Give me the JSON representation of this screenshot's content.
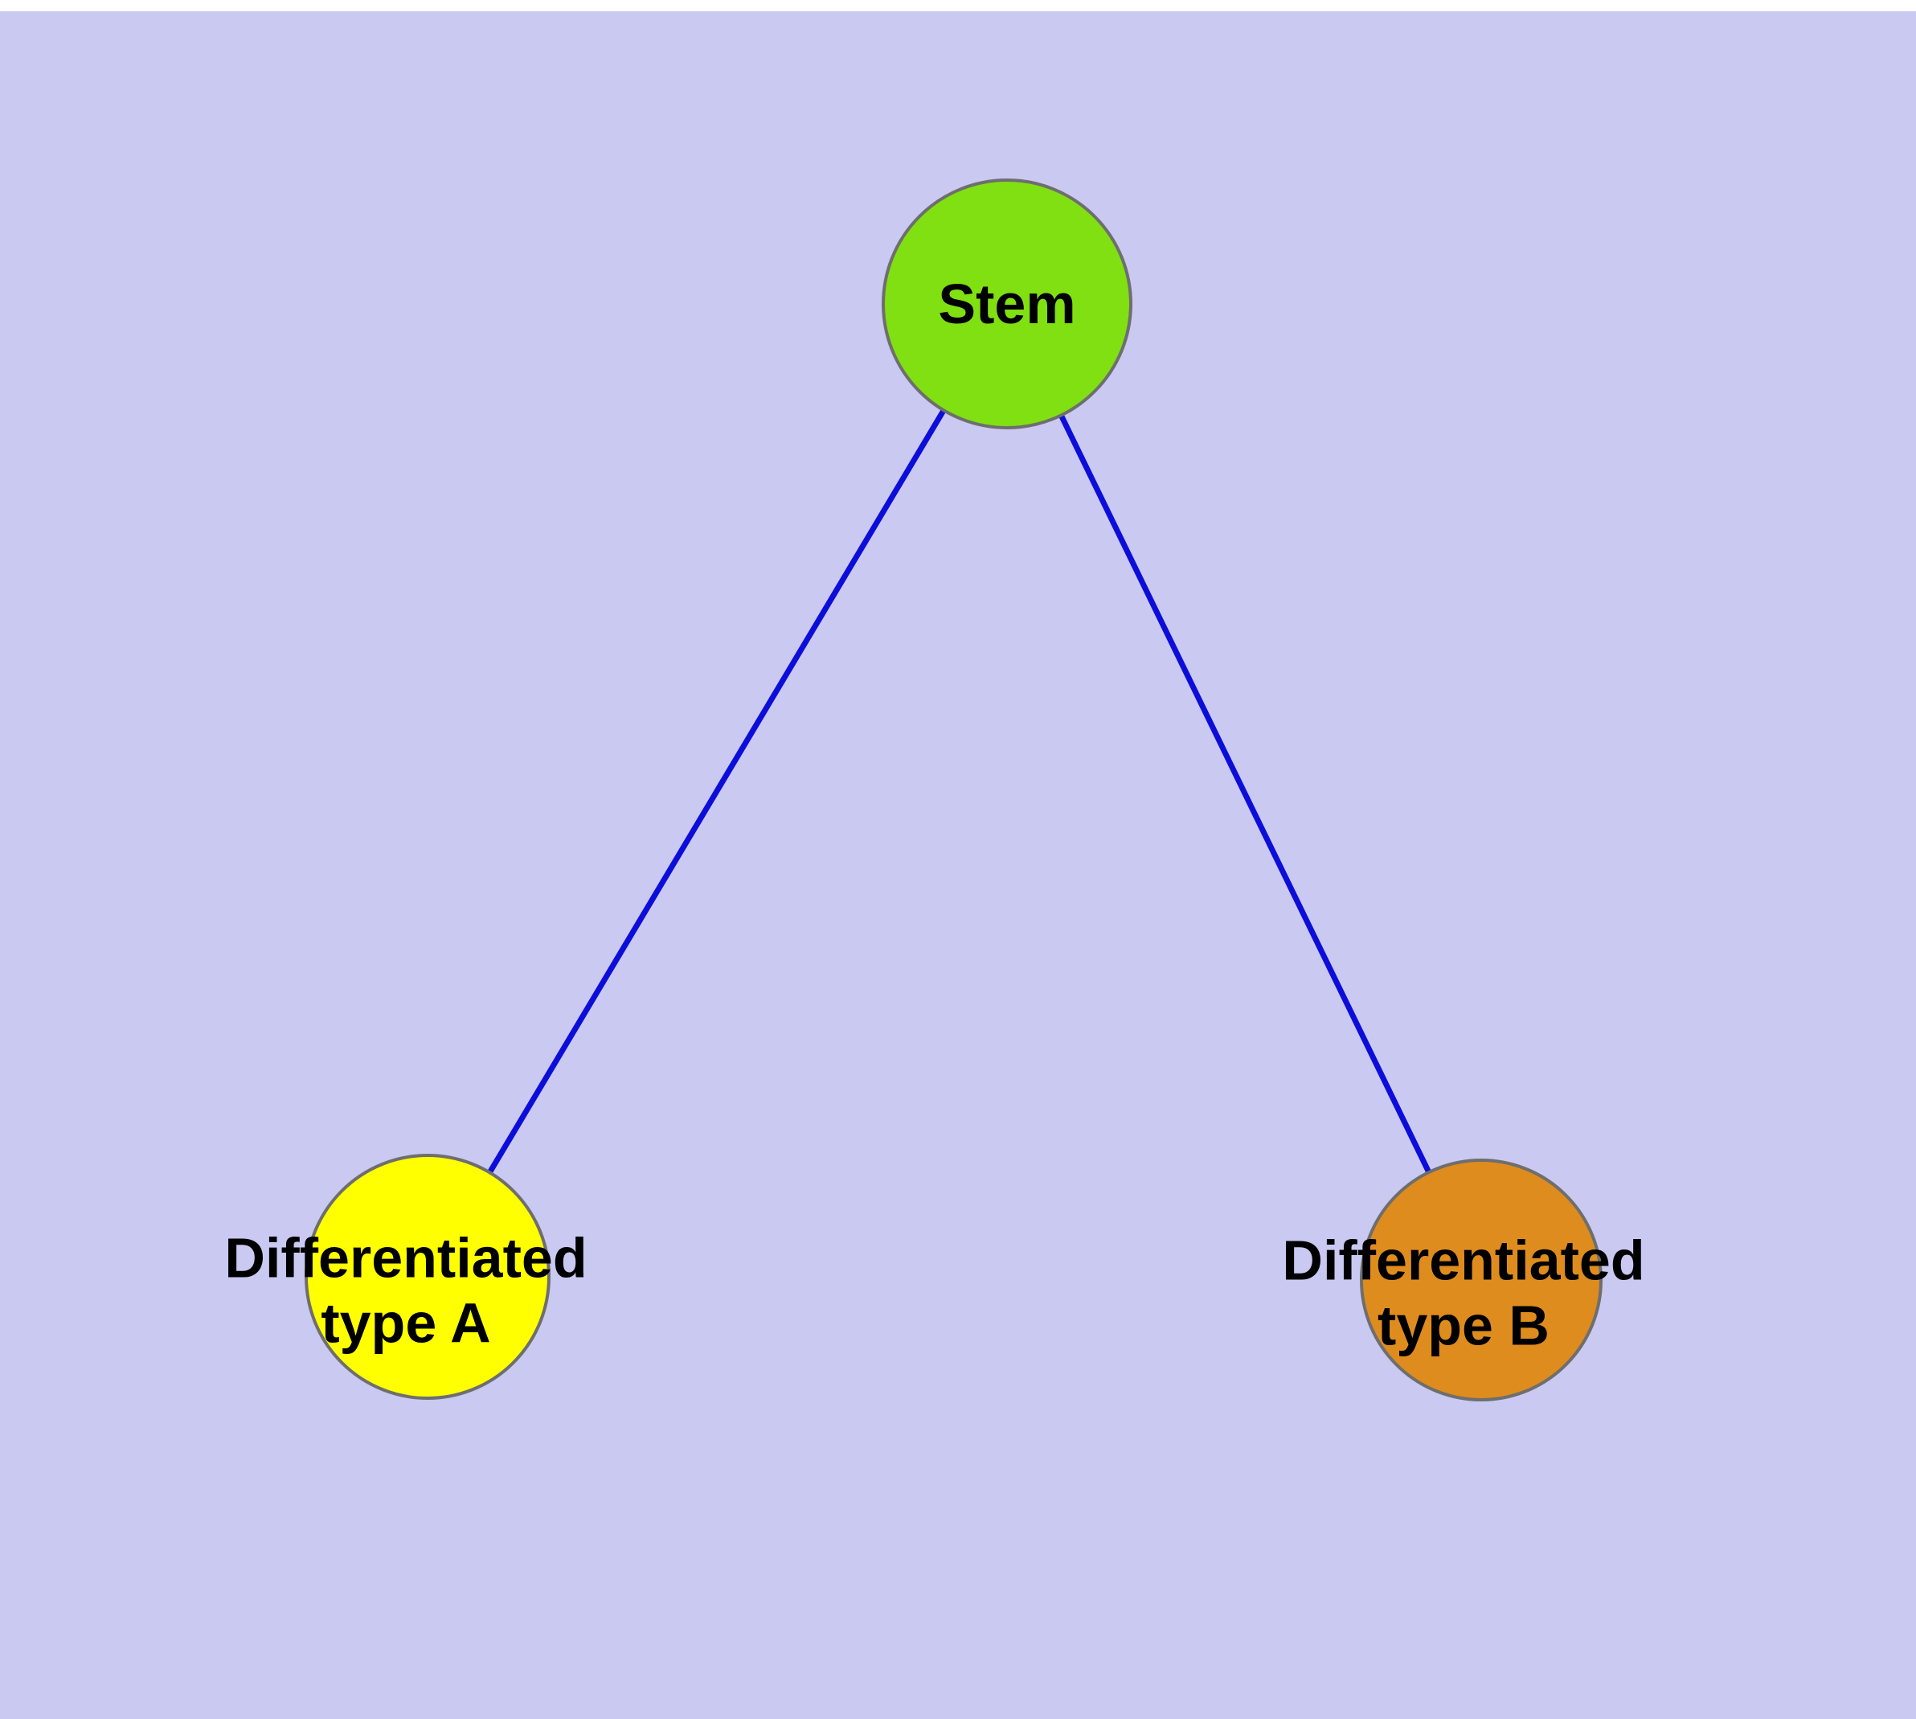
{
  "diagram": {
    "background": "#c9c9f2",
    "top_margin_color": "#ffffff",
    "edge_color": "#0d0dda",
    "node_border_color": "#6e6e6e",
    "nodes": {
      "stem": {
        "label": "Stem",
        "color": "#80e012"
      },
      "type_a": {
        "label": "Differentiated\ntype A",
        "color": "#ffff00"
      },
      "type_b": {
        "label": "Differentiated\ntype B",
        "color": "#df8c1e"
      }
    },
    "edges": [
      {
        "from": "stem",
        "to": "type_a"
      },
      {
        "from": "stem",
        "to": "type_b"
      }
    ]
  }
}
